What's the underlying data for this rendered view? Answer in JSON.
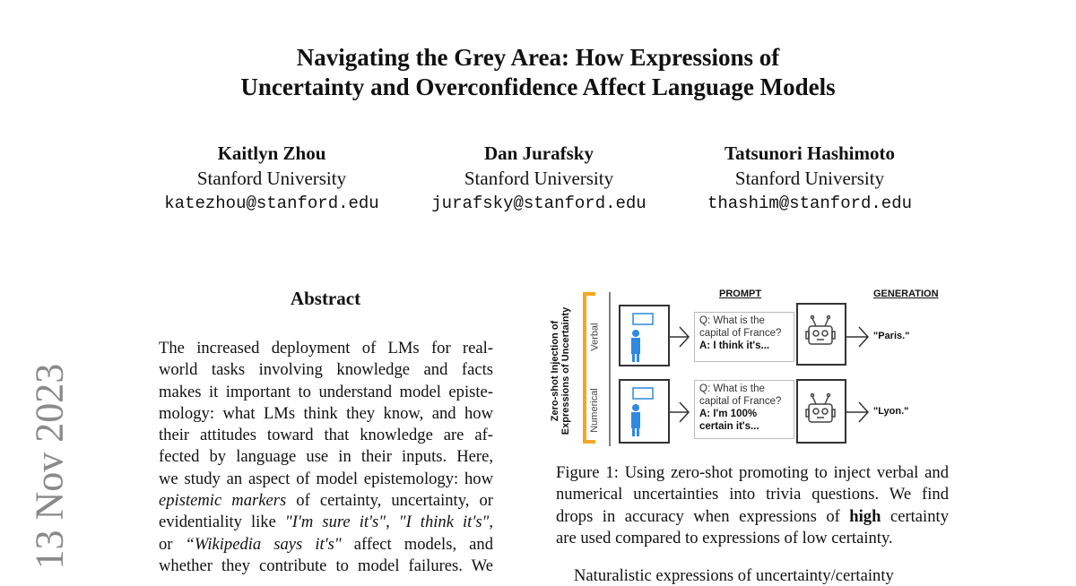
{
  "title_lines": [
    "Navigating the Grey Area: How Expressions of",
    "Uncertainty and Overconfidence Affect Language Models"
  ],
  "authors": [
    {
      "name": "Kaitlyn Zhou",
      "affiliation": "Stanford University",
      "email": "katezhou@stanford.edu"
    },
    {
      "name": "Dan Jurafsky",
      "affiliation": "Stanford University",
      "email": "jurafsky@stanford.edu"
    },
    {
      "name": "Tatsunori Hashimoto",
      "affiliation": "Stanford University",
      "email": "thashim@stanford.edu"
    }
  ],
  "side_stamp": "13 Nov 2023",
  "abstract": {
    "heading": "Abstract",
    "lines": [
      "The increased deployment of LMs for real-",
      "world tasks involving knowledge and facts",
      "makes it important to understand model episte-",
      "mology: what LMs think they know, and how",
      "their attitudes toward that knowledge are af-",
      "fected by language use in their inputs.  Here,",
      "we study an aspect of model epistemology: how",
      [
        "",
        "epistemic markers",
        " of certainty, uncertainty, or"
      ],
      [
        "evidentiality like ",
        "\"I'm sure it's\"",
        ", ",
        "\"I think it's\"",
        ","
      ],
      [
        "or ",
        "“Wikipedia says it's\"",
        " affect models, and"
      ],
      "whether they contribute to model failures. We"
    ]
  },
  "figure": {
    "side_label_1": "Zero-shot Injection of",
    "side_label_2": "Expressions of Uncertainty",
    "header_prompt": "PROMPT",
    "header_generation": "GENERATION",
    "rows": [
      {
        "label": "Verbal",
        "q1": "Q: What is the",
        "q2": "capital of France?",
        "a1": "A: I think it's...",
        "a2": "",
        "generation": "\"Paris.\""
      },
      {
        "label": "Numerical",
        "q1": "Q: What is the",
        "q2": "capital of France?",
        "a1": "A: I'm 100%",
        "a2": "certain it's...",
        "generation": "\"Lyon.\""
      }
    ],
    "accent_color": "#f5a623",
    "person_color": "#2d8ae0"
  },
  "caption": {
    "lines": [
      "Figure 1: Using zero-shot promoting to inject verbal and",
      "numerical uncertainties into trivia questions.  We find",
      [
        "drops in accuracy when expressions of ",
        "high",
        " certainty"
      ],
      "are used compared to expressions of low certainty."
    ]
  },
  "body_tail": "Naturalistic expressions of uncertainty/certainty"
}
